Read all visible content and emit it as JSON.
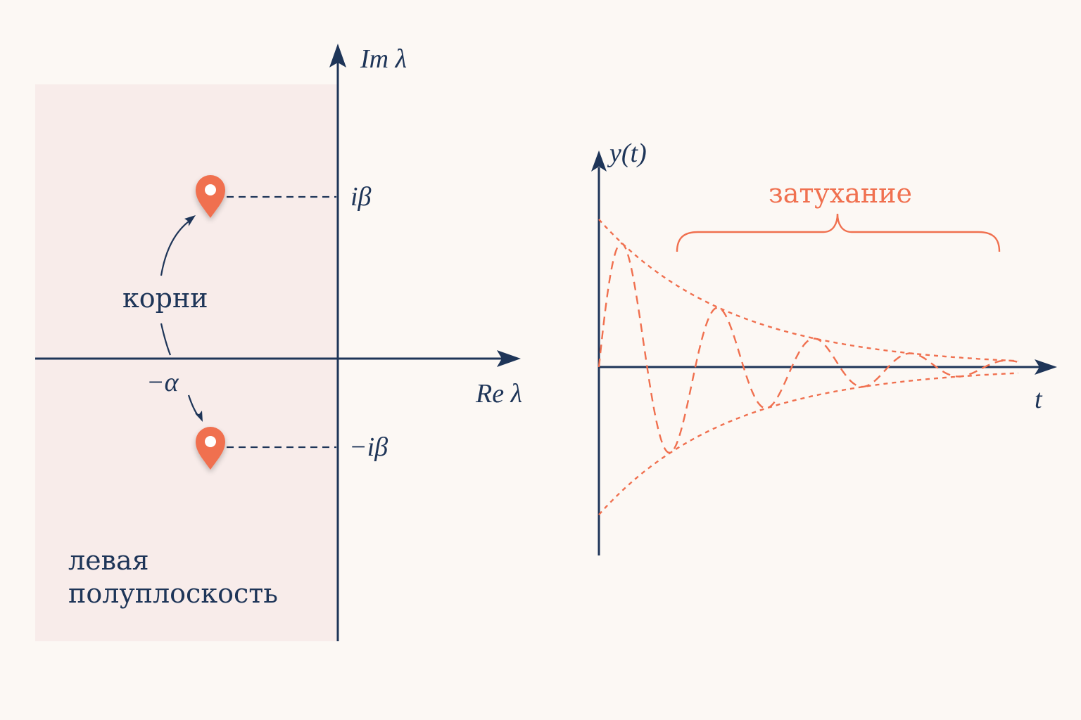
{
  "colors": {
    "axis": "#1e3558",
    "accent": "#f0704f",
    "halfplane": "#f8ecea",
    "background": "#fcf8f4"
  },
  "complex_plane": {
    "im_axis_label": "Im λ",
    "re_axis_label": "Re λ",
    "upper_root_label": "iβ",
    "lower_root_label": "−iβ",
    "real_part_label": "−α",
    "roots_label": "корни",
    "region_label_line1": "левая",
    "region_label_line2": "полуплоскость",
    "root_icon": "map-pin-icon"
  },
  "response_plot": {
    "y_axis_label": "y(t)",
    "t_axis_label": "t",
    "decay_label": "затухание"
  }
}
